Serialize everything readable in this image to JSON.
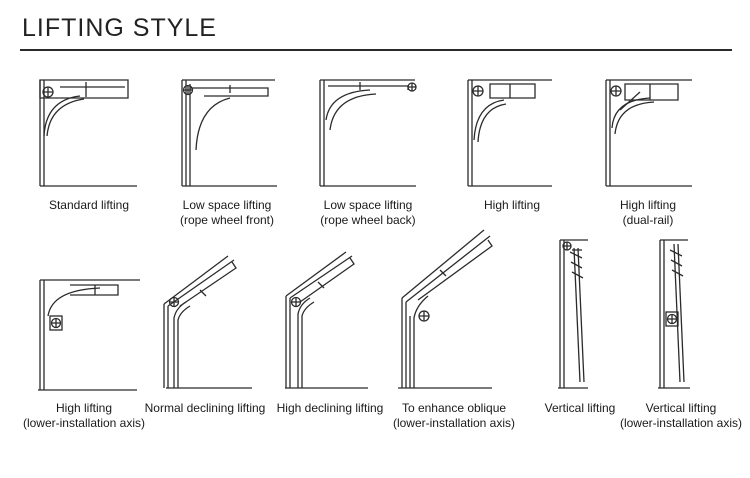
{
  "header": {
    "title": "LIFTING STYLE"
  },
  "styles": [
    {
      "label": "Standard lifting",
      "sublabel": ""
    },
    {
      "label": "Low space lifting",
      "sublabel": "(rope wheel front)"
    },
    {
      "label": "Low space lifting",
      "sublabel": "(rope wheel back)"
    },
    {
      "label": "High lifting",
      "sublabel": ""
    },
    {
      "label": "High lifting",
      "sublabel": "(dual-rail)"
    },
    {
      "label": "High lifting",
      "sublabel": "(lower-installation axis)"
    },
    {
      "label": "Normal declining lifting",
      "sublabel": ""
    },
    {
      "label": "High declining lifting",
      "sublabel": ""
    },
    {
      "label": "To enhance oblique",
      "sublabel": "(lower-installation axis)"
    },
    {
      "label": "Vertical lifting",
      "sublabel": ""
    },
    {
      "label": "Vertical lifting",
      "sublabel": "(lower-installation axis)"
    }
  ],
  "colors": {
    "line": "#2b2b2b",
    "title_rule": "#2a2a2a"
  }
}
